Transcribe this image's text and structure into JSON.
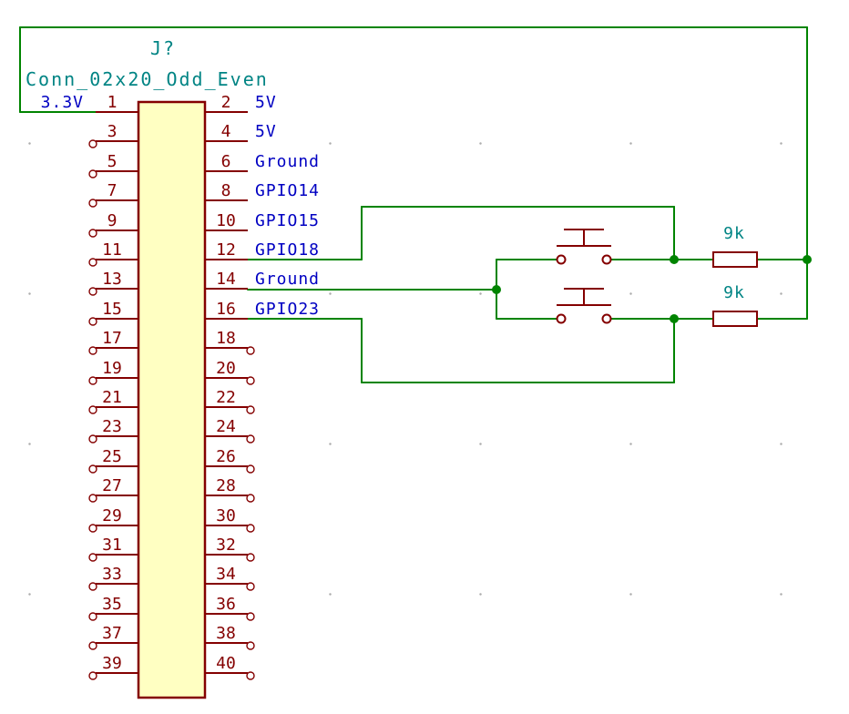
{
  "colors": {
    "wire": "#008400",
    "junction": "#008400",
    "symbol": "#840000",
    "symbol_fill": "#FFFFC2",
    "label": "#0000C2",
    "field": "#008484",
    "grid_dot": "#ADADAD",
    "background": "#FFFFFF"
  },
  "connector": {
    "reference": "J?",
    "value": "Conn_02x20_Odd_Even",
    "left_pins": [
      {
        "number": "1",
        "label": "3.3V",
        "connected": true
      },
      {
        "number": "3",
        "connected": false
      },
      {
        "number": "5",
        "connected": false
      },
      {
        "number": "7",
        "connected": false
      },
      {
        "number": "9",
        "connected": false
      },
      {
        "number": "11",
        "connected": false
      },
      {
        "number": "13",
        "connected": false
      },
      {
        "number": "15",
        "connected": false
      },
      {
        "number": "17",
        "connected": false
      },
      {
        "number": "19",
        "connected": false
      },
      {
        "number": "21",
        "connected": false
      },
      {
        "number": "23",
        "connected": false
      },
      {
        "number": "25",
        "connected": false
      },
      {
        "number": "27",
        "connected": false
      },
      {
        "number": "29",
        "connected": false
      },
      {
        "number": "31",
        "connected": false
      },
      {
        "number": "33",
        "connected": false
      },
      {
        "number": "35",
        "connected": false
      },
      {
        "number": "37",
        "connected": false
      },
      {
        "number": "39",
        "connected": false
      }
    ],
    "right_pins": [
      {
        "number": "2",
        "label": "5V",
        "connected": true
      },
      {
        "number": "4",
        "label": "5V",
        "connected": true
      },
      {
        "number": "6",
        "label": "Ground",
        "connected": true
      },
      {
        "number": "8",
        "label": "GPIO14",
        "connected": true
      },
      {
        "number": "10",
        "label": "GPIO15",
        "connected": true
      },
      {
        "number": "12",
        "label": "GPIO18",
        "connected": true
      },
      {
        "number": "14",
        "label": "Ground",
        "connected": true
      },
      {
        "number": "16",
        "label": "GPIO23",
        "connected": true
      },
      {
        "number": "18",
        "connected": false
      },
      {
        "number": "20",
        "connected": false
      },
      {
        "number": "22",
        "connected": false
      },
      {
        "number": "24",
        "connected": false
      },
      {
        "number": "26",
        "connected": false
      },
      {
        "number": "28",
        "connected": false
      },
      {
        "number": "30",
        "connected": false
      },
      {
        "number": "32",
        "connected": false
      },
      {
        "number": "34",
        "connected": false
      },
      {
        "number": "36",
        "connected": false
      },
      {
        "number": "38",
        "connected": false
      },
      {
        "number": "40",
        "connected": false
      }
    ]
  },
  "resistors": [
    {
      "value": "9k"
    },
    {
      "value": "9k"
    }
  ],
  "switches": [
    {
      "type": "push-button"
    },
    {
      "type": "push-button"
    }
  ]
}
